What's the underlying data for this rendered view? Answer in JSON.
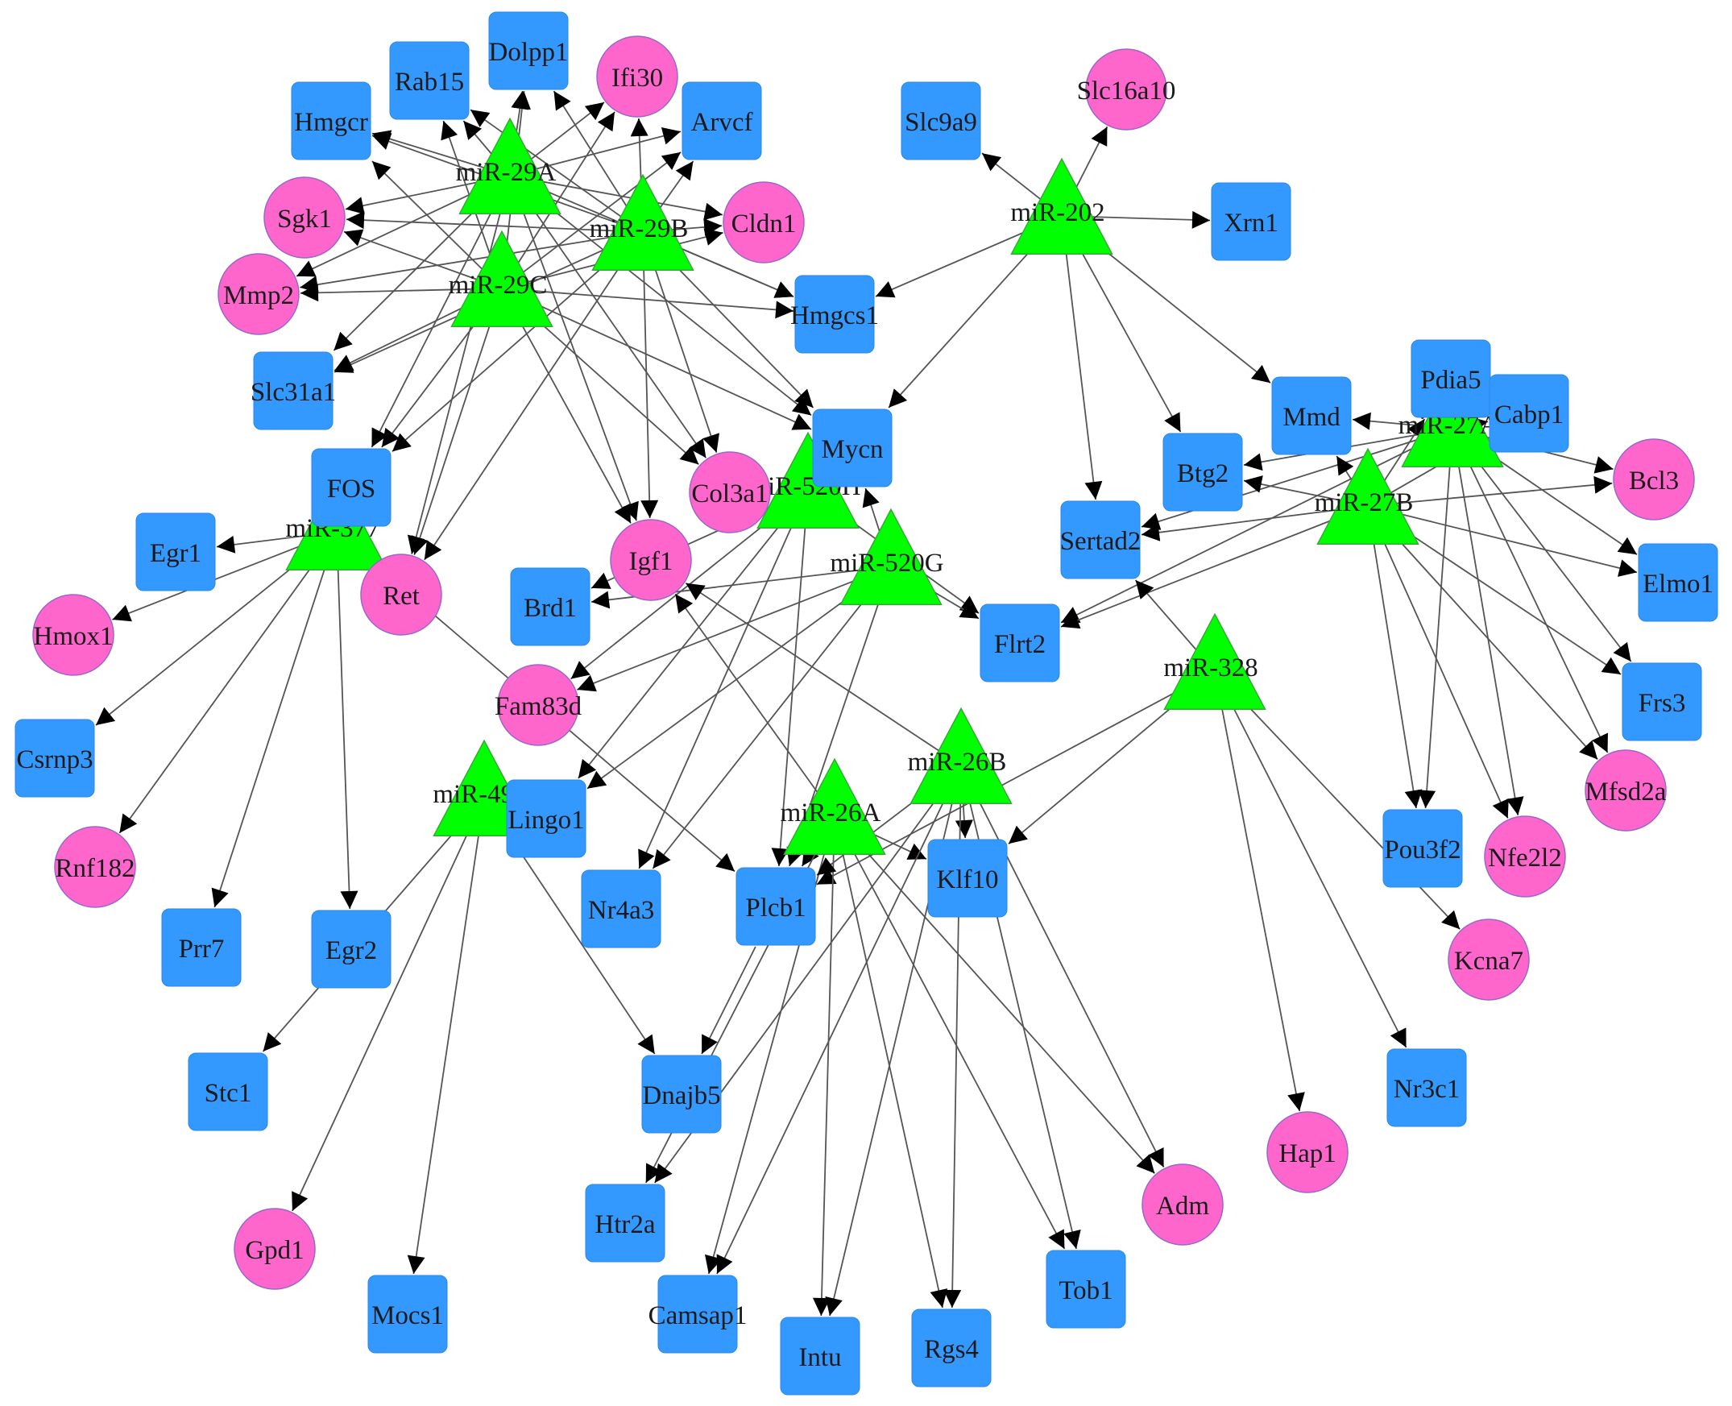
{
  "colors": {
    "mirna_fill": "#00ff00",
    "mirna_stroke": "#33aa33",
    "gene_up_fill": "#ff66cc",
    "gene_up_stroke": "#9966cc",
    "gene_down_fill": "#3399ff",
    "gene_down_stroke": "#2a86e8",
    "edge": "#555555",
    "arrow": "#000000"
  },
  "nodes": [
    {
      "id": "miR-29A",
      "label": "miR-29A",
      "shape": "triangle"
    },
    {
      "id": "miR-29B",
      "label": "miR-29B",
      "shape": "triangle"
    },
    {
      "id": "miR-29C",
      "label": "miR-29C",
      "shape": "triangle"
    },
    {
      "id": "miR-202",
      "label": "miR-202",
      "shape": "triangle"
    },
    {
      "id": "miR-27A",
      "label": "miR-27A",
      "shape": "triangle"
    },
    {
      "id": "miR-27B",
      "label": "miR-27B",
      "shape": "triangle"
    },
    {
      "id": "miR-520H",
      "label": "miR-520H",
      "shape": "triangle"
    },
    {
      "id": "miR-520G",
      "label": "miR-520G",
      "shape": "triangle"
    },
    {
      "id": "miR-377",
      "label": "miR-377",
      "shape": "triangle"
    },
    {
      "id": "miR-328",
      "label": "miR-328",
      "shape": "triangle"
    },
    {
      "id": "miR-491",
      "label": "miR-491",
      "shape": "triangle"
    },
    {
      "id": "miR-26A",
      "label": "miR-26A",
      "shape": "triangle"
    },
    {
      "id": "miR-26B",
      "label": "miR-26B",
      "shape": "triangle"
    },
    {
      "id": "Dolpp1",
      "label": "Dolpp1",
      "shape": "square"
    },
    {
      "id": "Rab15",
      "label": "Rab15",
      "shape": "square"
    },
    {
      "id": "Hmgcr",
      "label": "Hmgcr",
      "shape": "square"
    },
    {
      "id": "Arvcf",
      "label": "Arvcf",
      "shape": "square"
    },
    {
      "id": "Slc9a9",
      "label": "Slc9a9",
      "shape": "square"
    },
    {
      "id": "Xrn1",
      "label": "Xrn1",
      "shape": "square"
    },
    {
      "id": "Hmgcs1",
      "label": "Hmgcs1",
      "shape": "square"
    },
    {
      "id": "Slc31a1",
      "label": "Slc31a1",
      "shape": "square"
    },
    {
      "id": "FOS",
      "label": "FOS",
      "shape": "square"
    },
    {
      "id": "Mycn",
      "label": "Mycn",
      "shape": "square"
    },
    {
      "id": "Mmd",
      "label": "Mmd",
      "shape": "square"
    },
    {
      "id": "Pdia5",
      "label": "Pdia5",
      "shape": "square"
    },
    {
      "id": "Cabp1",
      "label": "Cabp1",
      "shape": "square"
    },
    {
      "id": "Btg2",
      "label": "Btg2",
      "shape": "square"
    },
    {
      "id": "Sertad2",
      "label": "Sertad2",
      "shape": "square"
    },
    {
      "id": "Elmo1",
      "label": "Elmo1",
      "shape": "square"
    },
    {
      "id": "Egr1",
      "label": "Egr1",
      "shape": "square"
    },
    {
      "id": "Brd1",
      "label": "Brd1",
      "shape": "square"
    },
    {
      "id": "Flrt2",
      "label": "Flrt2",
      "shape": "square"
    },
    {
      "id": "Frs3",
      "label": "Frs3",
      "shape": "square"
    },
    {
      "id": "Csrnp3",
      "label": "Csrnp3",
      "shape": "square"
    },
    {
      "id": "Lingo1",
      "label": "Lingo1",
      "shape": "square"
    },
    {
      "id": "Pou3f2",
      "label": "Pou3f2",
      "shape": "square"
    },
    {
      "id": "Klf10",
      "label": "Klf10",
      "shape": "square"
    },
    {
      "id": "Nr4a3",
      "label": "Nr4a3",
      "shape": "square"
    },
    {
      "id": "Plcb1",
      "label": "Plcb1",
      "shape": "square"
    },
    {
      "id": "Prr7",
      "label": "Prr7",
      "shape": "square"
    },
    {
      "id": "Egr2",
      "label": "Egr2",
      "shape": "square"
    },
    {
      "id": "Nr3c1",
      "label": "Nr3c1",
      "shape": "square"
    },
    {
      "id": "Stc1",
      "label": "Stc1",
      "shape": "square"
    },
    {
      "id": "Dnajb5",
      "label": "Dnajb5",
      "shape": "square"
    },
    {
      "id": "Htr2a",
      "label": "Htr2a",
      "shape": "square"
    },
    {
      "id": "Tob1",
      "label": "Tob1",
      "shape": "square"
    },
    {
      "id": "Mocs1",
      "label": "Mocs1",
      "shape": "square"
    },
    {
      "id": "Camsap1",
      "label": "Camsap1",
      "shape": "square"
    },
    {
      "id": "Intu",
      "label": "Intu",
      "shape": "square"
    },
    {
      "id": "Rgs4",
      "label": "Rgs4",
      "shape": "square"
    },
    {
      "id": "Ifi30",
      "label": "Ifi30",
      "shape": "circle"
    },
    {
      "id": "Slc16a10",
      "label": "Slc16a10",
      "shape": "circle"
    },
    {
      "id": "Sgk1",
      "label": "Sgk1",
      "shape": "circle"
    },
    {
      "id": "Cldn1",
      "label": "Cldn1",
      "shape": "circle"
    },
    {
      "id": "Mmp2",
      "label": "Mmp2",
      "shape": "circle"
    },
    {
      "id": "Col3a1",
      "label": "Col3a1",
      "shape": "circle"
    },
    {
      "id": "Bcl3",
      "label": "Bcl3",
      "shape": "circle"
    },
    {
      "id": "Igf1",
      "label": "Igf1",
      "shape": "circle"
    },
    {
      "id": "Ret",
      "label": "Ret",
      "shape": "circle"
    },
    {
      "id": "Hmox1",
      "label": "Hmox1",
      "shape": "circle"
    },
    {
      "id": "Fam83d",
      "label": "Fam83d",
      "shape": "circle"
    },
    {
      "id": "Mfsd2a",
      "label": "Mfsd2a",
      "shape": "circle"
    },
    {
      "id": "Nfe2l2",
      "label": "Nfe2l2",
      "shape": "circle"
    },
    {
      "id": "Rnf182",
      "label": "Rnf182",
      "shape": "circle"
    },
    {
      "id": "Kcna7",
      "label": "Kcna7",
      "shape": "circle"
    },
    {
      "id": "Hap1",
      "label": "Hap1",
      "shape": "circle"
    },
    {
      "id": "Adm",
      "label": "Adm",
      "shape": "circle"
    },
    {
      "id": "Gpd1",
      "label": "Gpd1",
      "shape": "circle"
    }
  ],
  "edges": [
    [
      "miR-29A",
      "Dolpp1"
    ],
    [
      "miR-29A",
      "Rab15"
    ],
    [
      "miR-29A",
      "Hmgcr"
    ],
    [
      "miR-29A",
      "Ifi30"
    ],
    [
      "miR-29A",
      "Arvcf"
    ],
    [
      "miR-29A",
      "Sgk1"
    ],
    [
      "miR-29A",
      "Cldn1"
    ],
    [
      "miR-29A",
      "Mmp2"
    ],
    [
      "miR-29A",
      "Hmgcs1"
    ],
    [
      "miR-29A",
      "Slc31a1"
    ],
    [
      "miR-29A",
      "FOS"
    ],
    [
      "miR-29A",
      "Ret"
    ],
    [
      "miR-29A",
      "Igf1"
    ],
    [
      "miR-29A",
      "Col3a1"
    ],
    [
      "miR-29A",
      "Mycn"
    ],
    [
      "miR-29B",
      "Dolpp1"
    ],
    [
      "miR-29B",
      "Rab15"
    ],
    [
      "miR-29B",
      "Hmgcr"
    ],
    [
      "miR-29B",
      "Ifi30"
    ],
    [
      "miR-29B",
      "Arvcf"
    ],
    [
      "miR-29B",
      "Sgk1"
    ],
    [
      "miR-29B",
      "Cldn1"
    ],
    [
      "miR-29B",
      "Mmp2"
    ],
    [
      "miR-29B",
      "Hmgcs1"
    ],
    [
      "miR-29B",
      "Slc31a1"
    ],
    [
      "miR-29B",
      "FOS"
    ],
    [
      "miR-29B",
      "Ret"
    ],
    [
      "miR-29B",
      "Igf1"
    ],
    [
      "miR-29B",
      "Col3a1"
    ],
    [
      "miR-29B",
      "Mycn"
    ],
    [
      "miR-29C",
      "Dolpp1"
    ],
    [
      "miR-29C",
      "Rab15"
    ],
    [
      "miR-29C",
      "Hmgcr"
    ],
    [
      "miR-29C",
      "Ifi30"
    ],
    [
      "miR-29C",
      "Arvcf"
    ],
    [
      "miR-29C",
      "Sgk1"
    ],
    [
      "miR-29C",
      "Cldn1"
    ],
    [
      "miR-29C",
      "Mmp2"
    ],
    [
      "miR-29C",
      "Hmgcs1"
    ],
    [
      "miR-29C",
      "Slc31a1"
    ],
    [
      "miR-29C",
      "FOS"
    ],
    [
      "miR-29C",
      "Ret"
    ],
    [
      "miR-29C",
      "Igf1"
    ],
    [
      "miR-29C",
      "Col3a1"
    ],
    [
      "miR-29C",
      "Mycn"
    ],
    [
      "miR-202",
      "Slc9a9"
    ],
    [
      "miR-202",
      "Slc16a10"
    ],
    [
      "miR-202",
      "Xrn1"
    ],
    [
      "miR-202",
      "Hmgcs1"
    ],
    [
      "miR-202",
      "Mycn"
    ],
    [
      "miR-202",
      "Mmd"
    ],
    [
      "miR-202",
      "Btg2"
    ],
    [
      "miR-202",
      "Sertad2"
    ],
    [
      "miR-27A",
      "Mmd"
    ],
    [
      "miR-27A",
      "Pdia5"
    ],
    [
      "miR-27A",
      "Cabp1"
    ],
    [
      "miR-27A",
      "Bcl3"
    ],
    [
      "miR-27A",
      "Btg2"
    ],
    [
      "miR-27A",
      "Sertad2"
    ],
    [
      "miR-27A",
      "Elmo1"
    ],
    [
      "miR-27A",
      "Flrt2"
    ],
    [
      "miR-27A",
      "Frs3"
    ],
    [
      "miR-27A",
      "Mfsd2a"
    ],
    [
      "miR-27A",
      "Nfe2l2"
    ],
    [
      "miR-27A",
      "Pou3f2"
    ],
    [
      "miR-27B",
      "Mmd"
    ],
    [
      "miR-27B",
      "Pdia5"
    ],
    [
      "miR-27B",
      "Cabp1"
    ],
    [
      "miR-27B",
      "Bcl3"
    ],
    [
      "miR-27B",
      "Btg2"
    ],
    [
      "miR-27B",
      "Sertad2"
    ],
    [
      "miR-27B",
      "Elmo1"
    ],
    [
      "miR-27B",
      "Flrt2"
    ],
    [
      "miR-27B",
      "Frs3"
    ],
    [
      "miR-27B",
      "Mfsd2a"
    ],
    [
      "miR-27B",
      "Nfe2l2"
    ],
    [
      "miR-27B",
      "Pou3f2"
    ],
    [
      "miR-520H",
      "Mycn"
    ],
    [
      "miR-520H",
      "Brd1"
    ],
    [
      "miR-520H",
      "Flrt2"
    ],
    [
      "miR-520H",
      "Fam83d"
    ],
    [
      "miR-520H",
      "Lingo1"
    ],
    [
      "miR-520H",
      "Nr4a3"
    ],
    [
      "miR-520H",
      "Plcb1"
    ],
    [
      "miR-520G",
      "Mycn"
    ],
    [
      "miR-520G",
      "Brd1"
    ],
    [
      "miR-520G",
      "Flrt2"
    ],
    [
      "miR-520G",
      "Fam83d"
    ],
    [
      "miR-520G",
      "Lingo1"
    ],
    [
      "miR-520G",
      "Nr4a3"
    ],
    [
      "miR-520G",
      "Plcb1"
    ],
    [
      "miR-377",
      "Egr1"
    ],
    [
      "miR-377",
      "Hmox1"
    ],
    [
      "miR-377",
      "Ret"
    ],
    [
      "miR-377",
      "Csrnp3"
    ],
    [
      "miR-377",
      "Rnf182"
    ],
    [
      "miR-377",
      "Prr7"
    ],
    [
      "miR-377",
      "Egr2"
    ],
    [
      "miR-377",
      "Plcb1"
    ],
    [
      "miR-328",
      "Sertad2"
    ],
    [
      "miR-328",
      "Klf10"
    ],
    [
      "miR-328",
      "Plcb1"
    ],
    [
      "miR-328",
      "Kcna7"
    ],
    [
      "miR-328",
      "Nr3c1"
    ],
    [
      "miR-328",
      "Hap1"
    ],
    [
      "miR-491",
      "Stc1"
    ],
    [
      "miR-491",
      "Dnajb5"
    ],
    [
      "miR-491",
      "Gpd1"
    ],
    [
      "miR-491",
      "Mocs1"
    ],
    [
      "miR-26A",
      "Plcb1"
    ],
    [
      "miR-26A",
      "Klf10"
    ],
    [
      "miR-26A",
      "Htr2a"
    ],
    [
      "miR-26A",
      "Camsap1"
    ],
    [
      "miR-26A",
      "Intu"
    ],
    [
      "miR-26A",
      "Rgs4"
    ],
    [
      "miR-26A",
      "Tob1"
    ],
    [
      "miR-26A",
      "Adm"
    ],
    [
      "miR-26A",
      "Igf1"
    ],
    [
      "miR-26B",
      "Plcb1"
    ],
    [
      "miR-26B",
      "Klf10"
    ],
    [
      "miR-26B",
      "Htr2a"
    ],
    [
      "miR-26B",
      "Camsap1"
    ],
    [
      "miR-26B",
      "Intu"
    ],
    [
      "miR-26B",
      "Rgs4"
    ],
    [
      "miR-26B",
      "Tob1"
    ],
    [
      "miR-26B",
      "Adm"
    ],
    [
      "miR-26B",
      "Igf1"
    ],
    [
      "Plcb1",
      "Dnajb5"
    ]
  ]
}
